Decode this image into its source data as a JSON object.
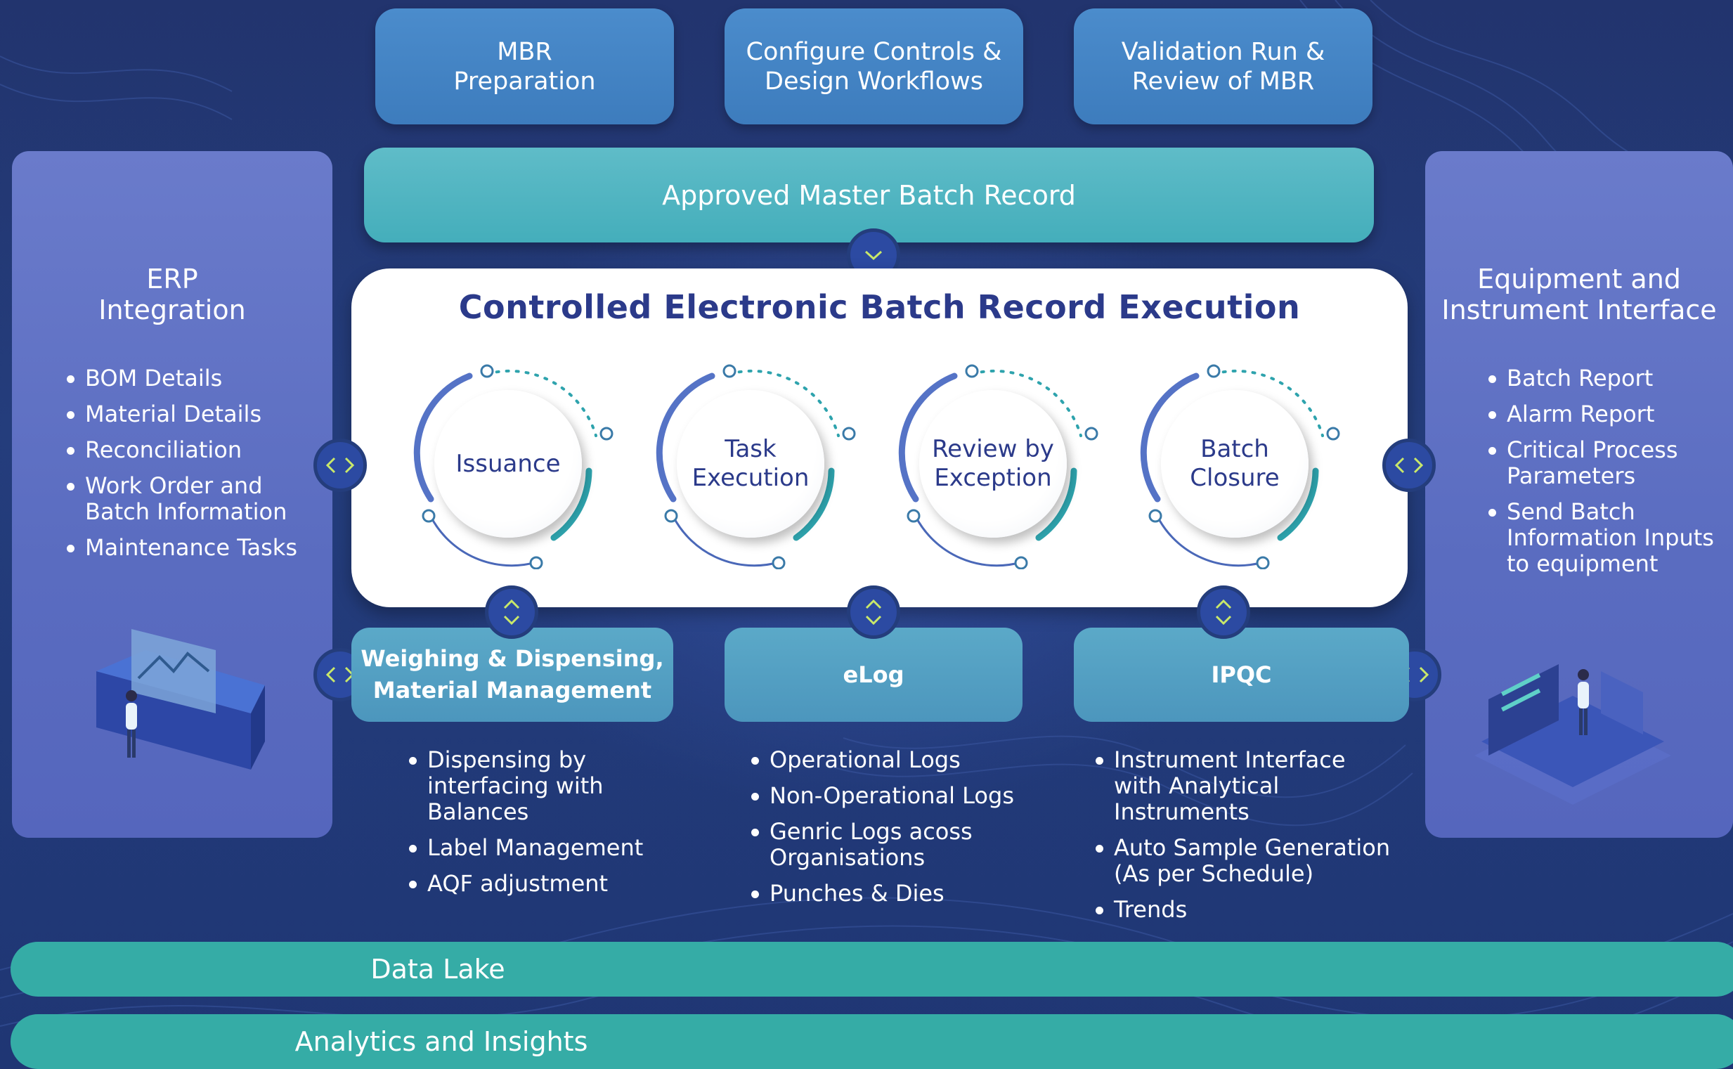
{
  "process_steps": [
    "MBR\nPreparation",
    "Configure Controls &\nDesign Workflows",
    "Validation Run &\nReview of MBR"
  ],
  "approved_label": "Approved Master Batch Record",
  "execution": {
    "title": "Controlled Electronic Batch Record Execution",
    "steps": [
      "Issuance",
      "Task\nExecution",
      "Review by\nException",
      "Batch\nClosure"
    ]
  },
  "erp": {
    "title": "ERP\nIntegration",
    "items": [
      "BOM Details",
      "Material Details",
      "Reconciliation",
      "Work Order and\nBatch Information",
      "Maintenance Tasks"
    ]
  },
  "equipment": {
    "title": "Equipment and\nInstrument Interface",
    "items": [
      "Batch Report",
      "Alarm Report",
      "Critical Process\nParameters",
      "Send Batch\nInformation Inputs\nto equipment"
    ]
  },
  "modules": [
    {
      "label": "Weighing & Dispensing,\nMaterial Management",
      "items": [
        "Dispensing by\ninterfacing with\nBalances",
        "Label Management",
        "AQF adjustment"
      ]
    },
    {
      "label": "eLog",
      "items": [
        "Operational Logs",
        "Non-Operational Logs",
        "Genric Logs acoss\nOrganisations",
        "Punches & Dies"
      ]
    },
    {
      "label": "IPQC",
      "items": [
        "Instrument Interface\nwith Analytical\nInstruments",
        "Auto Sample Generation\n(As per Schedule)",
        "Trends"
      ]
    }
  ],
  "bottom_bars": [
    "Data Lake",
    "Analytics and Insights"
  ],
  "colors": {
    "background": "#243d7c",
    "panel": "#6070c4",
    "teal": "#35aca6",
    "accent_arrow": "#c9e86a",
    "title_text": "#2b3a8a"
  },
  "icons": {
    "chevron_down": "chevron-down-icon",
    "chevron_up_down": "chevron-up-down-icon",
    "chevron_left_right": "chevron-left-right-icon"
  }
}
